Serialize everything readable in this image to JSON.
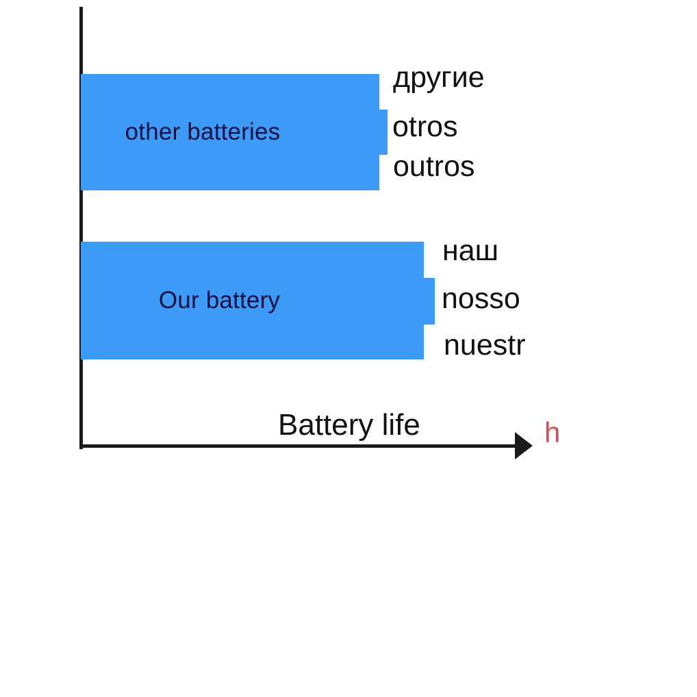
{
  "chart_data": {
    "type": "bar",
    "orientation": "horizontal",
    "title": "",
    "xlabel": "Battery life",
    "ylabel": "",
    "xunit": "h",
    "grid": false,
    "legend": "none",
    "categories": [
      "other batteries",
      "Our battery"
    ],
    "values": [
      436,
      501
    ],
    "value_units": "relative bar length (px of battery life axis)",
    "xlim": [
      0,
      646
    ],
    "series": [
      {
        "name": "Battery life",
        "values": [
          436,
          501
        ]
      }
    ],
    "annotations": [
      {
        "for": "other batteries",
        "lang": "ru",
        "text": "другие"
      },
      {
        "for": "other batteries",
        "lang": "es",
        "text": "otros"
      },
      {
        "for": "other batteries",
        "lang": "pt",
        "text": "outros"
      },
      {
        "for": "Our battery",
        "lang": "ru",
        "text": "наш"
      },
      {
        "for": "Our battery",
        "lang": "pt",
        "text": "nosso"
      },
      {
        "for": "Our battery",
        "lang": "es",
        "text": "nuestr"
      }
    ],
    "colors": {
      "bar": "#3d9bf7",
      "bar_label_text": "#0d1040",
      "axis": "#1b1b1b",
      "side_label_text": "#111111",
      "unit_text": "#c9545c",
      "background": "#ffffff"
    }
  },
  "bars": [
    {
      "id": "other",
      "label": "other batteries",
      "labels_right": {
        "ru": "другие",
        "es": "otros",
        "pt": "outros"
      }
    },
    {
      "id": "ours",
      "label": "Our battery",
      "labels_right": {
        "ru": "наш",
        "pt": "nosso",
        "es": "nuestr"
      }
    }
  ],
  "axis": {
    "title": "Battery life",
    "unit": "h"
  }
}
